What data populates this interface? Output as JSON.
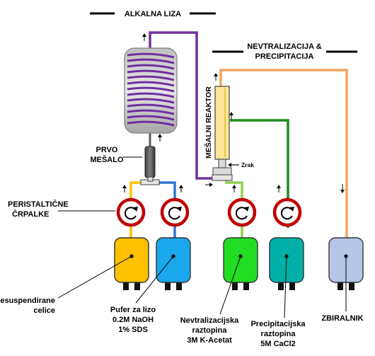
{
  "headers": {
    "alkaline_lysis": "ALKALNA LIZA",
    "neutralization_line1": "NEVTRALIZACIJA &",
    "neutralization_line2": "PRECIPITACIJA"
  },
  "labels": {
    "first_mixer_line1": "PRVO",
    "first_mixer_line2": "MEŠALO",
    "pumps_line1": "PERISTALTIČNE",
    "pumps_line2": "ČRPALKE",
    "mixing_reactor": "MEŠALNI REAKTOR",
    "air": "Zrak"
  },
  "reservoirs": [
    {
      "id": "resuspension",
      "lines": [
        "Resuspendirane",
        "celice"
      ],
      "color": "#ffc000"
    },
    {
      "id": "lysis-buffer",
      "lines": [
        "Pufer za lizo",
        "0.2M NaOH",
        "1% SDS"
      ],
      "color": "#1aa7ec"
    },
    {
      "id": "neutralization",
      "lines": [
        "Nevtralizacijska",
        "raztopina",
        "3M K-Acetat"
      ],
      "color": "#22dd22"
    },
    {
      "id": "precipitation",
      "lines": [
        "Precipitacijska",
        "raztopina",
        "5M CaCl2"
      ],
      "color": "#00b0a8"
    },
    {
      "id": "collector",
      "lines": [
        "ZBIRALNIK"
      ],
      "color": "#b4c7e7"
    }
  ],
  "colors": {
    "lysis_line": "#7030a0",
    "orange_line": "#f4a460",
    "green_line": "#1e8c1e",
    "light_green_line": "#92d050",
    "blue_line": "#2e75d6",
    "yellow_line": "#ffc000",
    "pump_ring": "#c00000",
    "reactor_fill": "#ffe699"
  }
}
